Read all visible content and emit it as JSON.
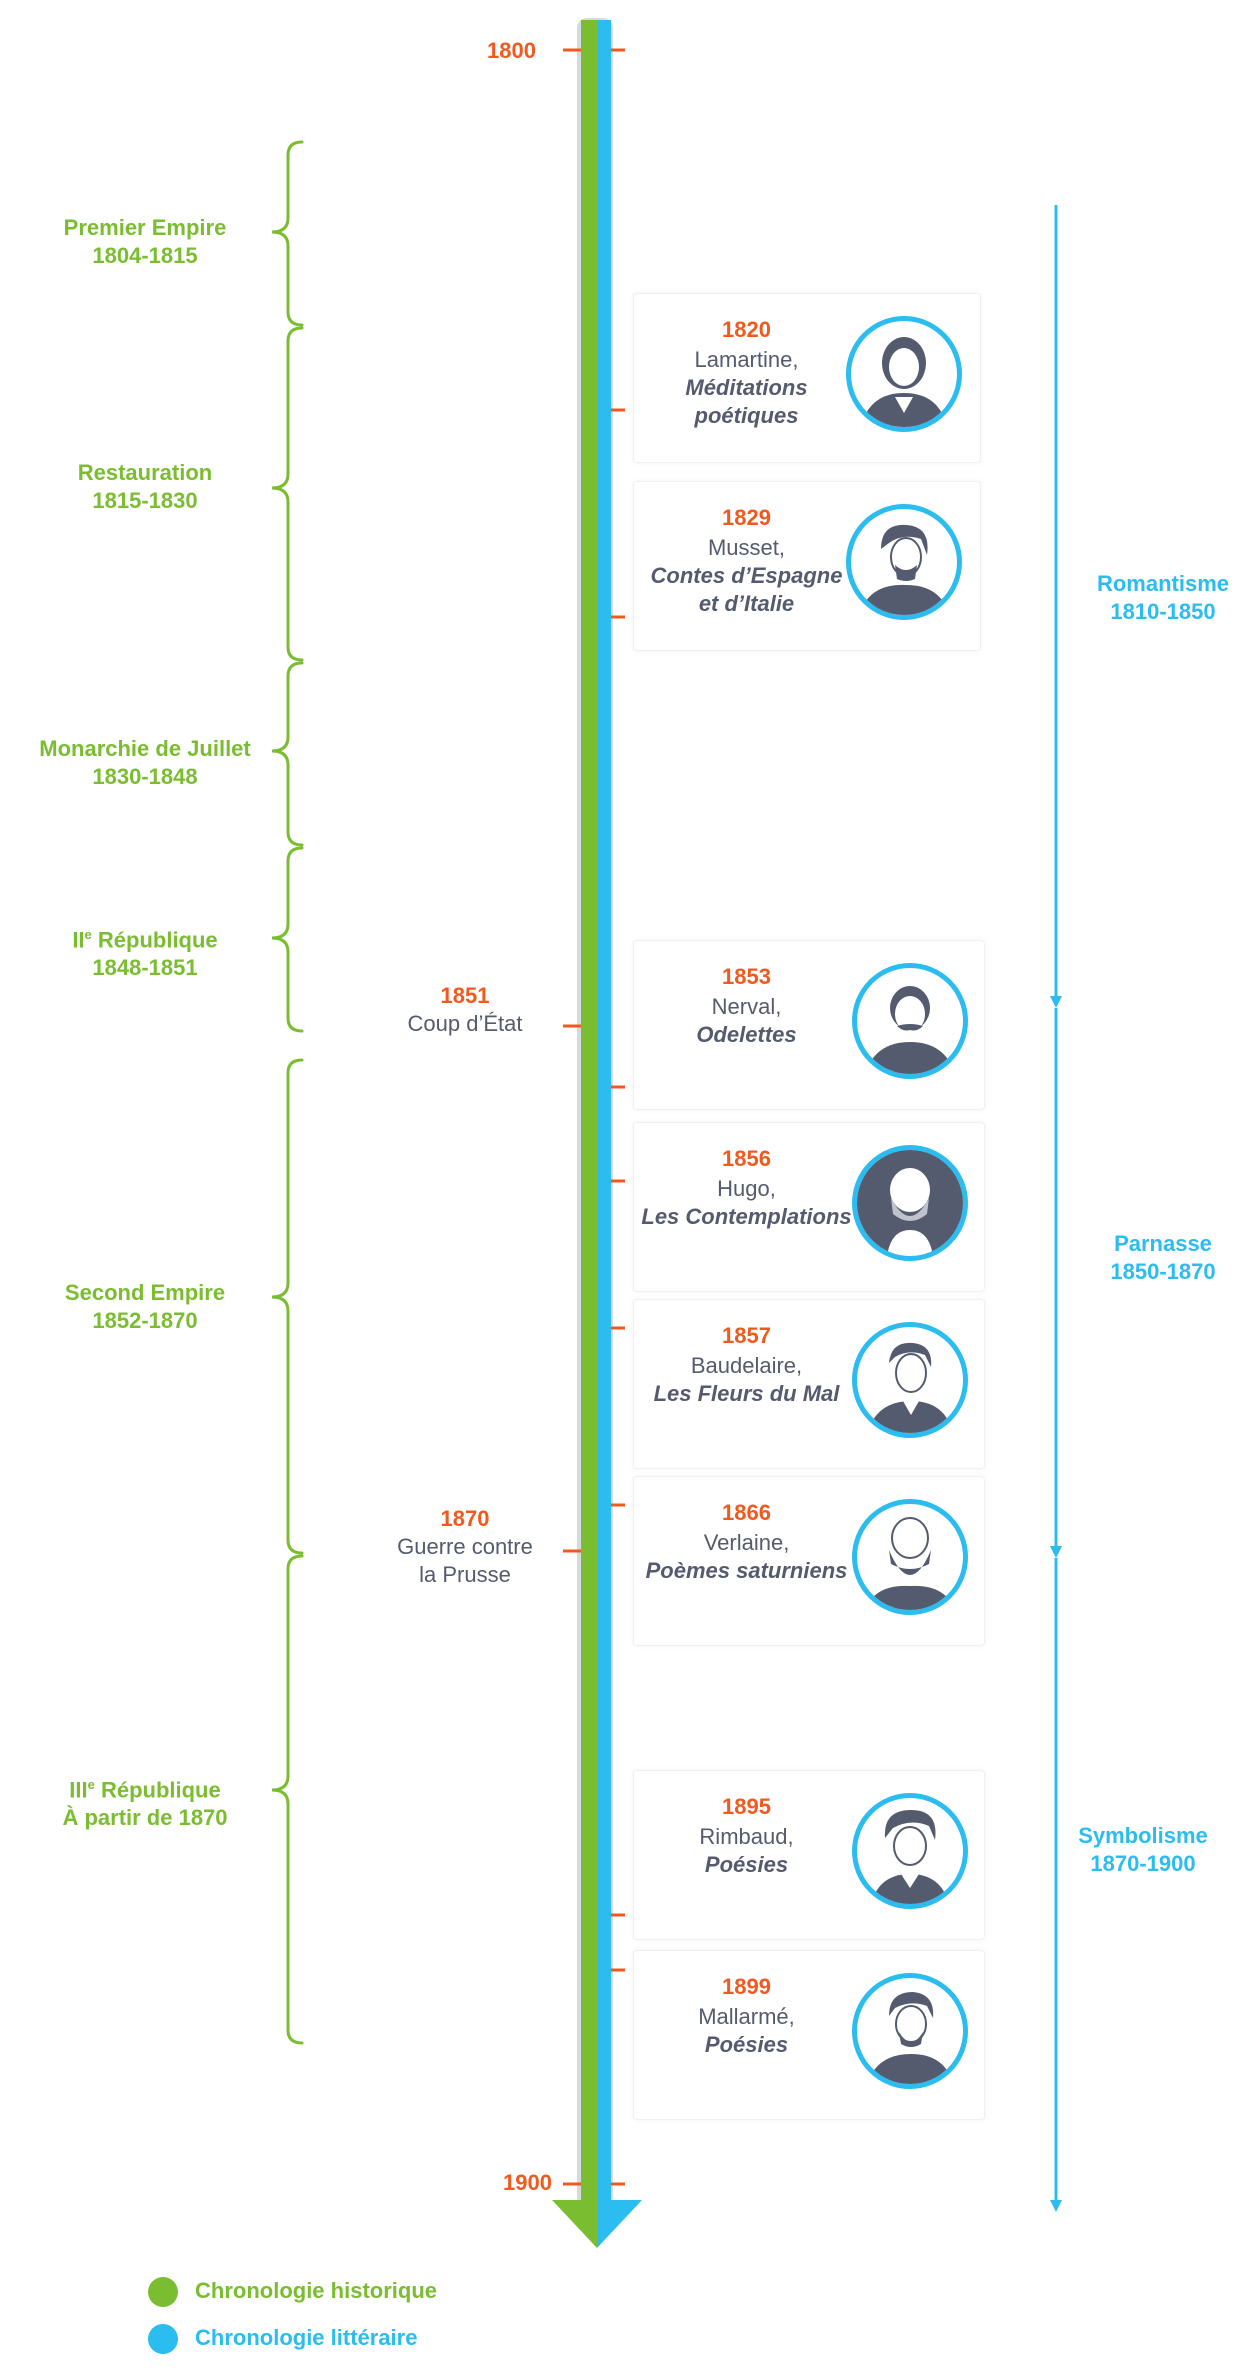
{
  "axis": {
    "start_label": "1800",
    "end_label": "1900"
  },
  "periods": [
    {
      "name": "Premier Empire",
      "dates": "1804-1815"
    },
    {
      "name": "Restauration",
      "dates": "1815-1830"
    },
    {
      "name": "Monarchie de Juillet",
      "dates": "1830-1848"
    },
    {
      "name_prefix": "II",
      "name_sup": "e",
      "name_rest": " République",
      "dates": "1848-1851"
    },
    {
      "name": "Second Empire",
      "dates": "1852-1870"
    },
    {
      "name_prefix": "III",
      "name_sup": "e",
      "name_rest": " République",
      "dates": "À partir de 1870"
    }
  ],
  "events": [
    {
      "year": "1851",
      "label": "Coup d’État"
    },
    {
      "year": "1870",
      "label_line1": "Guerre contre",
      "label_line2": "la Prusse"
    }
  ],
  "works": [
    {
      "year": "1820",
      "author": "Lamartine,",
      "work_line1": "Méditations",
      "work_line2": "poétiques",
      "icon": "portrait-lamartine-icon"
    },
    {
      "year": "1829",
      "author": "Musset,",
      "work_line1": "Contes d’Espagne",
      "work_line2": "et d’Italie",
      "icon": "portrait-musset-icon"
    },
    {
      "year": "1853",
      "author": "Nerval,",
      "work_line1": "Odelettes",
      "icon": "portrait-nerval-icon"
    },
    {
      "year": "1856",
      "author": "Hugo,",
      "work_line1": "Les Contemplations",
      "icon": "portrait-hugo-icon"
    },
    {
      "year": "1857",
      "author": "Baudelaire,",
      "work_line1": "Les Fleurs du Mal",
      "icon": "portrait-baudelaire-icon"
    },
    {
      "year": "1866",
      "author": "Verlaine,",
      "work_line1": "Poèmes saturniens",
      "icon": "portrait-verlaine-icon"
    },
    {
      "year": "1895",
      "author": "Rimbaud,",
      "work_line1": "Poésies",
      "icon": "portrait-rimbaud-icon"
    },
    {
      "year": "1899",
      "author": "Mallarmé,",
      "work_line1": "Poésies",
      "icon": "portrait-mallarme-icon"
    }
  ],
  "literary_movements": [
    {
      "name": "Romantisme",
      "dates": "1810-1850"
    },
    {
      "name": "Parnasse",
      "dates": "1850-1870"
    },
    {
      "name": "Symbolisme",
      "dates": "1870-1900"
    }
  ],
  "legend": [
    {
      "label": "Chronologie historique",
      "color": "#7bbd31"
    },
    {
      "label": "Chronologie littéraire",
      "color": "#2bbcf0"
    }
  ],
  "colors": {
    "historical": "#7bbd31",
    "literary": "#2bbcf0",
    "year": "#f05a1e",
    "text": "#555b6e",
    "portrait": "#555b6e"
  }
}
